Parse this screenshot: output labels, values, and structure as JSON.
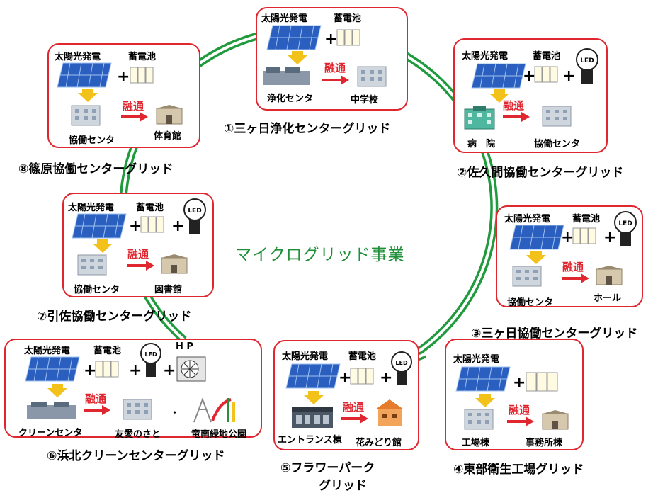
{
  "center_title": "マイクログリッド事業",
  "labels": {
    "solar": "太陽光発電",
    "battery": "蓄電池",
    "transfer": "融通",
    "hp": "H P"
  },
  "grids": [
    {
      "id": 1,
      "title": "①三ヶ日浄化センターグリッド",
      "from": "浄化センタ",
      "to": "中学校"
    },
    {
      "id": 2,
      "title": "②佐久間協働センターグリッド",
      "from": "病　院",
      "to": "協働センタ"
    },
    {
      "id": 3,
      "title": "③三ヶ日協働センターグリッド",
      "from": "協働センタ",
      "to": "ホール"
    },
    {
      "id": 4,
      "title": "④東部衛生工場グリッド",
      "from": "工場棟",
      "to": "事務所棟"
    },
    {
      "id": 5,
      "title_line1": "⑤フラワーパーク",
      "title_line2": "グリッド",
      "from": "エントランス棟",
      "to": "花みどり館"
    },
    {
      "id": 6,
      "title": "⑥浜北クリーンセンターグリッド",
      "from": "クリーンセンタ",
      "to": "友愛のさと",
      "to_separator": "・",
      "to2": "竜南緑地公園"
    },
    {
      "id": 7,
      "title": "⑦引佐協働センターグリッド",
      "from": "協働センタ",
      "to": "図書館"
    },
    {
      "id": 8,
      "title": "⑧篠原協働センターグリッド",
      "from": "協働センタ",
      "to": "体育館"
    }
  ],
  "colors": {
    "ring": "#1f9a3c",
    "card_border": "#e0262f",
    "transfer": "#e0262f",
    "solar": "#2a5fc0"
  }
}
